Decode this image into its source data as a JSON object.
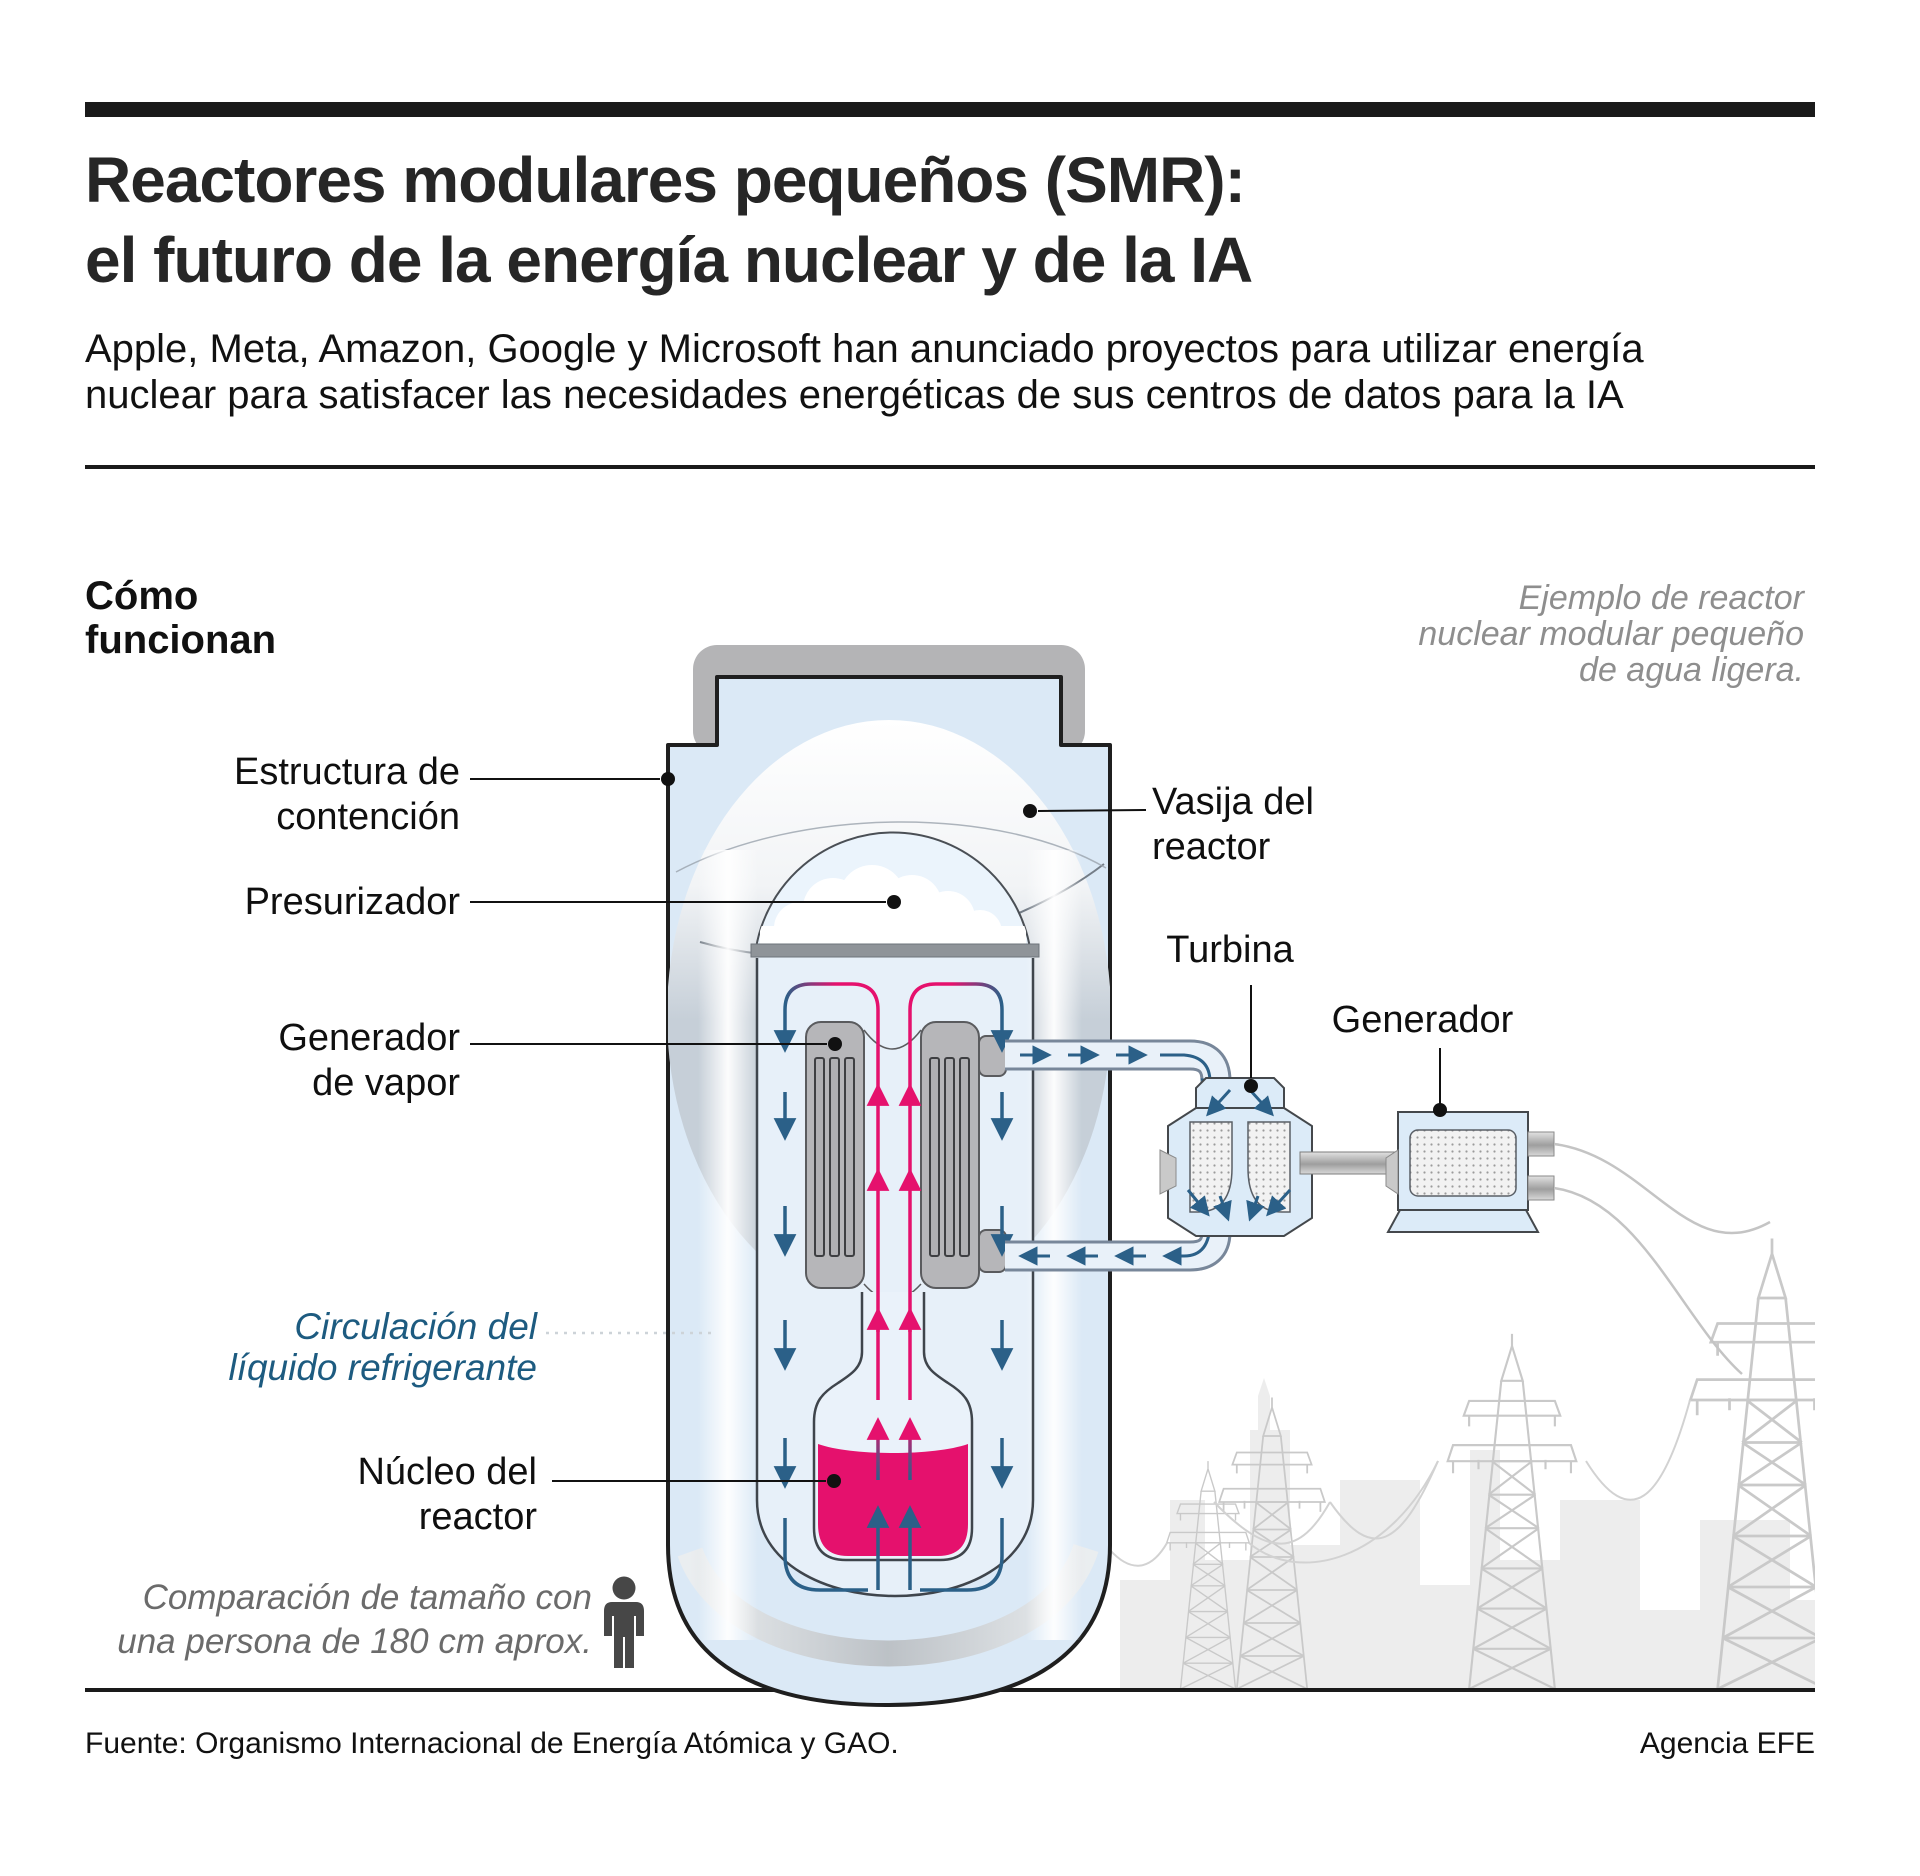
{
  "header": {
    "title_lines": [
      "Reactores modulares pequeños (SMR):",
      "el futuro de la energía nuclear y de la IA"
    ],
    "subtitle_lines": [
      "Apple, Meta, Amazon, Google y Microsoft han anunciado proyectos para utilizar energía",
      "nuclear para satisfacer las necesidades energéticas de sus centros de datos para la IA"
    ]
  },
  "section": {
    "how_title_lines": [
      "Cómo",
      "funcionan"
    ],
    "example_note_lines": [
      "Ejemplo de reactor",
      "nuclear modular pequeño",
      "de agua ligera."
    ]
  },
  "diagram_labels": {
    "containment_lines": [
      "Estructura de",
      "contención"
    ],
    "pressurizer": "Presurizador",
    "steam_generator_lines": [
      "Generador",
      "de vapor"
    ],
    "vessel_lines": [
      "Vasija del",
      "reactor"
    ],
    "turbine": "Turbina",
    "generator": "Generador",
    "coolant_lines": [
      "Circulación del",
      "líquido refrigerante"
    ],
    "core_lines": [
      "Núcleo del",
      "reactor"
    ],
    "size_note_lines": [
      "Comparación de tamaño con",
      "una persona de 180 cm aprox."
    ]
  },
  "footer": {
    "source": "Fuente: Organismo Internacional de Energía Atómica y GAO.",
    "credit": "Agencia EFE"
  },
  "colors": {
    "core_pink": "#e5116d",
    "flow_blue": "#2b6088",
    "coolant_label_blue": "#1d5b80",
    "containment_fill": "#dbe9f6",
    "metal_gray": "#b4b4b6",
    "silhouette_gray": "#cdcdcd",
    "note_gray": "#8e8e8e"
  }
}
